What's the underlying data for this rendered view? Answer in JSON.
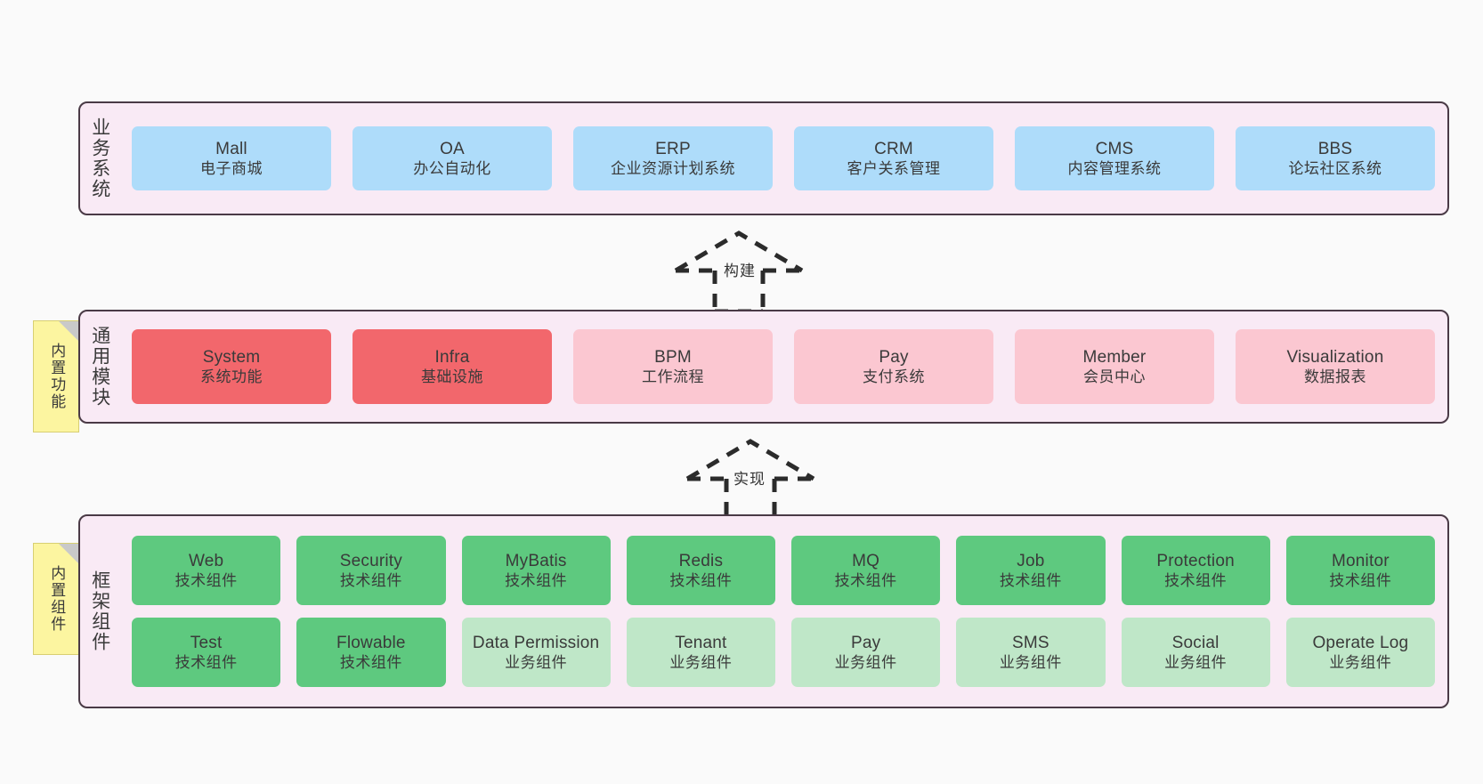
{
  "diagram": {
    "background_color": "#fafafa",
    "band_fill": "#f9eaf5",
    "band_border": "#4a3a46",
    "sticky_fill": "#fcf5a0"
  },
  "bands": [
    {
      "id": "business",
      "title": "业务系统",
      "rows": [
        {
          "nodes": [
            {
              "en": "Mall",
              "cn": "电子商城",
              "color": "#aedcfa",
              "style": "blue"
            },
            {
              "en": "OA",
              "cn": "办公自动化",
              "color": "#aedcfa",
              "style": "blue"
            },
            {
              "en": "ERP",
              "cn": "企业资源计划系统",
              "color": "#aedcfa",
              "style": "blue"
            },
            {
              "en": "CRM",
              "cn": "客户关系管理",
              "color": "#aedcfa",
              "style": "blue"
            },
            {
              "en": "CMS",
              "cn": "内容管理系统",
              "color": "#aedcfa",
              "style": "blue"
            },
            {
              "en": "BBS",
              "cn": "论坛社区系统",
              "color": "#aedcfa",
              "style": "blue"
            }
          ]
        }
      ]
    },
    {
      "id": "common",
      "title": "通用模块",
      "sticky": "内置功能",
      "rows": [
        {
          "nodes": [
            {
              "en": "System",
              "cn": "系统功能",
              "color": "#f2676c",
              "style": "red"
            },
            {
              "en": "Infra",
              "cn": "基础设施",
              "color": "#f2676c",
              "style": "red"
            },
            {
              "en": "BPM",
              "cn": "工作流程",
              "color": "#fbc7d1",
              "style": "pink"
            },
            {
              "en": "Pay",
              "cn": "支付系统",
              "color": "#fbc7d1",
              "style": "pink"
            },
            {
              "en": "Member",
              "cn": "会员中心",
              "color": "#fbc7d1",
              "style": "pink"
            },
            {
              "en": "Visualization",
              "cn": "数据报表",
              "color": "#fbc7d1",
              "style": "pink"
            }
          ]
        }
      ]
    },
    {
      "id": "framework",
      "title": "框架组件",
      "sticky": "内置组件",
      "rows": [
        {
          "nodes": [
            {
              "en": "Web",
              "cn": "技术组件",
              "color": "#5ec97f",
              "style": "green"
            },
            {
              "en": "Security",
              "cn": "技术组件",
              "color": "#5ec97f",
              "style": "green"
            },
            {
              "en": "MyBatis",
              "cn": "技术组件",
              "color": "#5ec97f",
              "style": "green"
            },
            {
              "en": "Redis",
              "cn": "技术组件",
              "color": "#5ec97f",
              "style": "green"
            },
            {
              "en": "MQ",
              "cn": "技术组件",
              "color": "#5ec97f",
              "style": "green"
            },
            {
              "en": "Job",
              "cn": "技术组件",
              "color": "#5ec97f",
              "style": "green"
            },
            {
              "en": "Protection",
              "cn": "技术组件",
              "color": "#5ec97f",
              "style": "green"
            },
            {
              "en": "Monitor",
              "cn": "技术组件",
              "color": "#5ec97f",
              "style": "green"
            }
          ]
        },
        {
          "nodes": [
            {
              "en": "Test",
              "cn": "技术组件",
              "color": "#5ec97f",
              "style": "green"
            },
            {
              "en": "Flowable",
              "cn": "技术组件",
              "color": "#5ec97f",
              "style": "green"
            },
            {
              "en": "Data Permission",
              "cn": "业务组件",
              "color": "#bfe7c8",
              "style": "greenpale"
            },
            {
              "en": "Tenant",
              "cn": "业务组件",
              "color": "#bfe7c8",
              "style": "greenpale"
            },
            {
              "en": "Pay",
              "cn": "业务组件",
              "color": "#bfe7c8",
              "style": "greenpale"
            },
            {
              "en": "SMS",
              "cn": "业务组件",
              "color": "#bfe7c8",
              "style": "greenpale"
            },
            {
              "en": "Social",
              "cn": "业务组件",
              "color": "#bfe7c8",
              "style": "greenpale"
            },
            {
              "en": "Operate Log",
              "cn": "业务组件",
              "color": "#bfe7c8",
              "style": "greenpale"
            }
          ]
        }
      ]
    }
  ],
  "connectors": [
    {
      "id": "build",
      "label": "构建",
      "from": "common",
      "to": "business",
      "style": "dashed-hollow-arrow-up"
    },
    {
      "id": "impl",
      "label": "实现",
      "from": "framework",
      "to": "common",
      "style": "dashed-hollow-arrow-up"
    }
  ]
}
